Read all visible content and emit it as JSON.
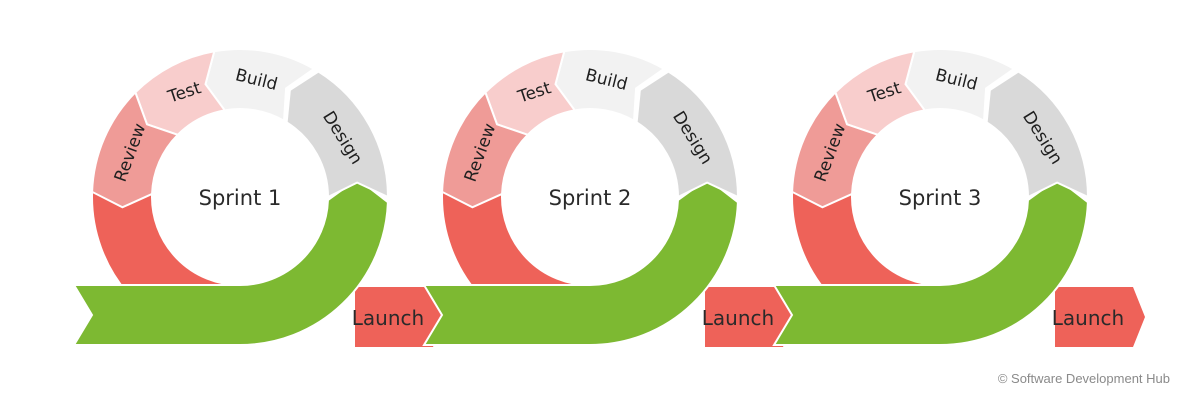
{
  "colors": {
    "build": "#f2f2f2",
    "design": "#d9d9d9",
    "test": "#f8cdcc",
    "review": "#ef9b97",
    "red": "#ee6259",
    "green": "#7db932",
    "launch": "#ee6259"
  },
  "phases": [
    "Build",
    "Design",
    "Test",
    "Review"
  ],
  "sprints": [
    {
      "label": "Sprint 1",
      "launch": "Launch"
    },
    {
      "label": "Sprint 2",
      "launch": "Launch"
    },
    {
      "label": "Sprint 3",
      "launch": "Launch"
    }
  ],
  "footer": {
    "credit": "© Software Development Hub"
  }
}
